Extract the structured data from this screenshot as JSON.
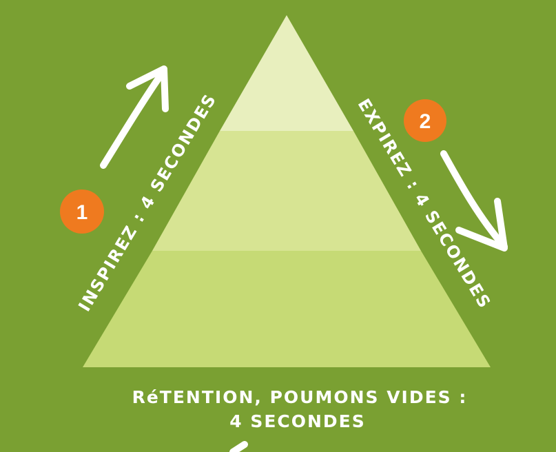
{
  "colors": {
    "background": "#7aa032",
    "pyramid_top": "#e8efbe",
    "pyramid_middle": "#d7e493",
    "pyramid_bottom": "#c6da75",
    "badge": "#ef7a1f",
    "text": "#ffffff"
  },
  "steps": [
    {
      "number": "1",
      "label": "INSPIREZ : 4 SECONDES"
    },
    {
      "number": "2",
      "label": "EXPIREZ : 4 SECONDES"
    },
    {
      "label_line1": "RéTENTION, POUMONS VIDES :",
      "label_line2": "4 SECONDES"
    }
  ]
}
